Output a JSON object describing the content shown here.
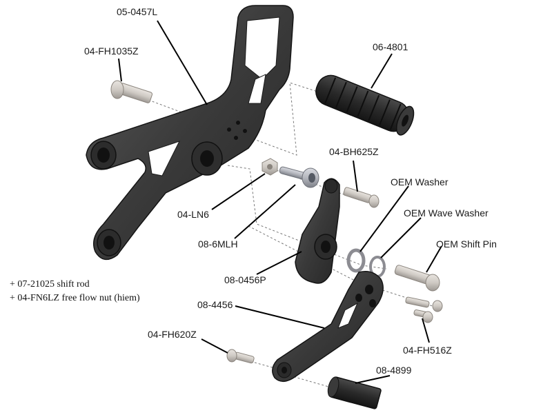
{
  "parts": [
    {
      "id": "footpeg_bracket",
      "label": "05-0457L",
      "kind": "bracket"
    },
    {
      "id": "bolt_top",
      "label": "04-FH1035Z",
      "kind": "bolt"
    },
    {
      "id": "grip_peg",
      "label": "06-4801",
      "kind": "footpeg"
    },
    {
      "id": "bolt_bh",
      "label": "04-BH625Z",
      "kind": "bolt"
    },
    {
      "id": "oem_washer",
      "label": "OEM Washer",
      "kind": "washer"
    },
    {
      "id": "oem_wave_washer",
      "label": "OEM Wave Washer",
      "kind": "washer"
    },
    {
      "id": "oem_shift_pin",
      "label": "OEM Shift Pin",
      "kind": "pin"
    },
    {
      "id": "nut",
      "label": "04-LN6",
      "kind": "nut"
    },
    {
      "id": "rod_end",
      "label": "08-6MLH",
      "kind": "rod-end"
    },
    {
      "id": "shift_arm",
      "label": "08-0456P",
      "kind": "arm"
    },
    {
      "id": "shift_lever",
      "label": "08-4456",
      "kind": "lever"
    },
    {
      "id": "bolt_fh516",
      "label": "04-FH516Z",
      "kind": "bolt"
    },
    {
      "id": "bolt_fh620",
      "label": "04-FH620Z",
      "kind": "bolt"
    },
    {
      "id": "shift_peg",
      "label": "08-4899",
      "kind": "peg"
    }
  ],
  "notes": [
    "+ 07-21025 shift rod",
    "+ 04-FN6LZ free flow nut (hiem)"
  ],
  "colors": {
    "anodized": "#3a3a3a",
    "anodized_dark": "#1f1f1f",
    "steel": "#cfcac4",
    "zinc": "#b4b6bd",
    "leader": "#000000",
    "axis": "#777777"
  }
}
